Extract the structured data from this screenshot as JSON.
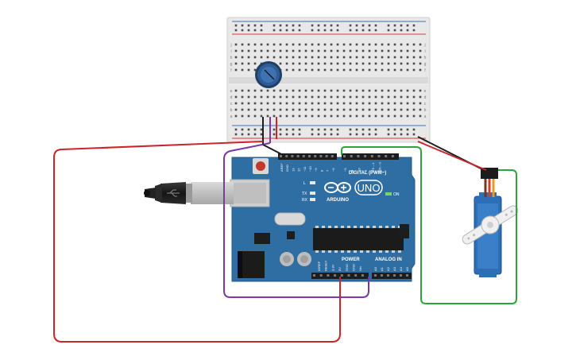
{
  "canvas": {
    "background": "#ffffff"
  },
  "colors": {
    "board": "#2f6ea3",
    "board_dark": "#245a87",
    "breadboard": "#e6e6e6",
    "rail_red": "#d23b3b",
    "rail_blue": "#3a6fb0",
    "wire_red": "#c8262a",
    "wire_green": "#2aa53c",
    "wire_purple": "#7a3aa3",
    "wire_black": "#1e1e1e",
    "servo_body": "#2d6fb6",
    "pot_knob": "#2e5d95"
  },
  "breadboard": {
    "row_letters_top": [
      "j",
      "i",
      "h",
      "g",
      "f"
    ],
    "row_letters_bottom": [
      "e",
      "d",
      "c",
      "b",
      "a"
    ]
  },
  "arduino": {
    "model_label": "UNO",
    "brand_label": "ARDUINO",
    "digital_label": "DIGITAL (PWM~)",
    "power_label": "POWER",
    "analog_label": "ANALOG IN",
    "on_label": "ON",
    "tx_label": "TX",
    "rx_label": "RX",
    "l_label": "L",
    "top_pin_labels": [
      "AREF",
      "GND",
      "13",
      "12",
      "~11",
      "~10",
      "~9",
      "8",
      "7",
      "~6",
      "~5",
      "4",
      "~3",
      "2",
      "TX→1",
      "RX←0"
    ],
    "power_pin_labels": [
      "IOREF",
      "RESET",
      "3.3V",
      "5V",
      "GND",
      "GND",
      "Vin"
    ],
    "analog_pin_labels": [
      "A0",
      "A1",
      "A2",
      "A3",
      "A4",
      "A5"
    ]
  },
  "icons": {
    "usb": "usb-cable-icon",
    "potentiometer": "potentiometer-icon",
    "servo": "servo-motor-icon",
    "infinity_logo": "arduino-logo-icon"
  }
}
